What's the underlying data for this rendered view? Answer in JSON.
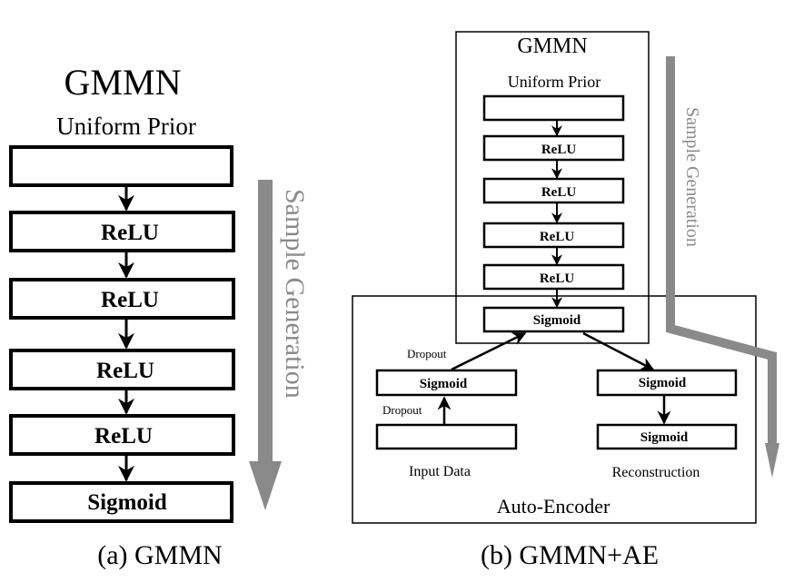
{
  "left": {
    "title": "GMMN",
    "prior_label": "Uniform Prior",
    "layers": [
      "",
      "ReLU",
      "ReLU",
      "ReLU",
      "ReLU",
      "Sigmoid"
    ],
    "arrow_label": "Sample Generation",
    "caption": "(a) GMMN"
  },
  "right": {
    "gmmn_title": "GMMN",
    "prior_label": "Uniform Prior",
    "gmmn_layers": [
      "",
      "ReLU",
      "ReLU",
      "ReLU",
      "ReLU",
      "Sigmoid"
    ],
    "arrow_label": "Sample Generation",
    "autoencoder_label": "Auto-Encoder",
    "encoder_sigmoid": "Sigmoid",
    "dropout_top": "Dropout",
    "dropout_bottom": "Dropout",
    "input_box": "",
    "input_label": "Input Data",
    "decoder_sigmoid_1": "Sigmoid",
    "decoder_sigmoid_2": "Sigmoid",
    "reconstruction_label": "Reconstruction",
    "caption": "(b) GMMN+AE"
  },
  "colors": {
    "arrow_gray": "#8a8a8a",
    "line": "#000000"
  }
}
